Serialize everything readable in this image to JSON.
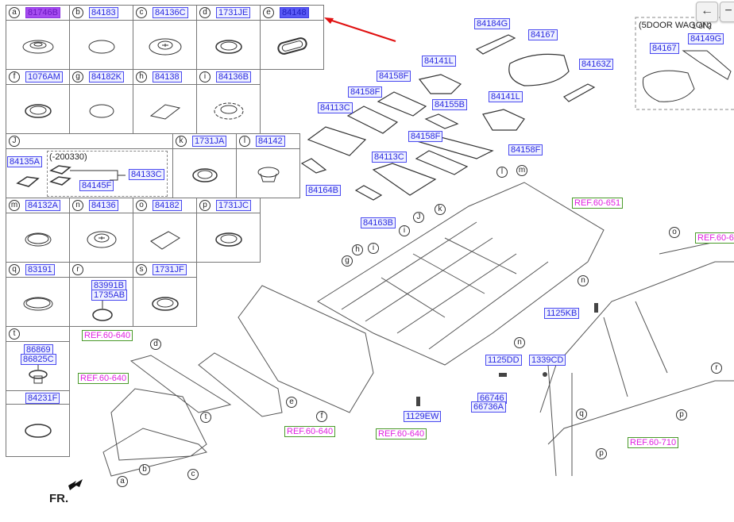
{
  "diagram": {
    "parts_table": [
      {
        "letter": "a",
        "part": "81746B",
        "highlight": "purple"
      },
      {
        "letter": "b",
        "part": "84183"
      },
      {
        "letter": "c",
        "part": "84136C"
      },
      {
        "letter": "d",
        "part": "1731JE"
      },
      {
        "letter": "e",
        "part": "84148",
        "highlight": "blue"
      },
      {
        "letter": "f",
        "part": "1076AM"
      },
      {
        "letter": "g",
        "part": "84182K"
      },
      {
        "letter": "h",
        "part": "84138"
      },
      {
        "letter": "i",
        "part": "84136B"
      },
      {
        "letter": "J",
        "part": "",
        "sub": {
          "left_part": "84135A",
          "group_label": "(-200330)",
          "group_parts": [
            "84133C",
            "84145F"
          ]
        }
      },
      {
        "letter": "k",
        "part": "1731JA"
      },
      {
        "letter": "l",
        "part": "84142"
      },
      {
        "letter": "m",
        "part": "84132A"
      },
      {
        "letter": "n",
        "part": "84136"
      },
      {
        "letter": "o",
        "part": "84182"
      },
      {
        "letter": "p",
        "part": "1731JC"
      },
      {
        "letter": "q",
        "part": "83191"
      },
      {
        "letter": "r",
        "part": "",
        "parts": [
          "83991B",
          "1735AB"
        ]
      },
      {
        "letter": "s",
        "part": "1731JF"
      },
      {
        "letter": "t",
        "part": "",
        "parts": [
          "86869",
          "86825C",
          "84231F"
        ]
      }
    ],
    "part_labels": {
      "p84184G": "84184G",
      "p84167": "84167",
      "p84163Z": "84163Z",
      "p84141L_a": "84141L",
      "p84141L_b": "84141L",
      "p84158F_a": "84158F",
      "p84158F_b": "84158F",
      "p84158F_c": "84158F",
      "p84158F_d": "84158F",
      "p84155B": "84155B",
      "p84113C_a": "84113C",
      "p84113C_b": "84113C",
      "p84164B": "84164B",
      "p84163B": "84163B",
      "p1125KB": "1125KB",
      "p1125DD": "1125DD",
      "p1339CD": "1339CD",
      "p66746": "66746",
      "p66736A": "66736A",
      "p1129EW": "1129EW",
      "wagon_84167": "84167",
      "wagon_84149G": "84149G"
    },
    "wagon_box_label": "(5DOOR WAGON)",
    "refs": {
      "r651": "REF.60-651",
      "r6xx": "REF.60-6",
      "r640a": "REF.60-640",
      "r640b": "REF.60-640",
      "r640c": "REF.60-640",
      "r640d": "REF.60-640",
      "r710": "REF.60-710"
    },
    "callouts": [
      "a",
      "b",
      "c",
      "d",
      "e",
      "f",
      "g",
      "h",
      "i",
      "i",
      "J",
      "k",
      "l",
      "m",
      "n",
      "n",
      "o",
      "p",
      "p",
      "q",
      "r",
      "t"
    ],
    "front_label": "FR.",
    "pager": "1 of 2",
    "nav": {
      "prev": "←",
      "next": "−"
    }
  }
}
